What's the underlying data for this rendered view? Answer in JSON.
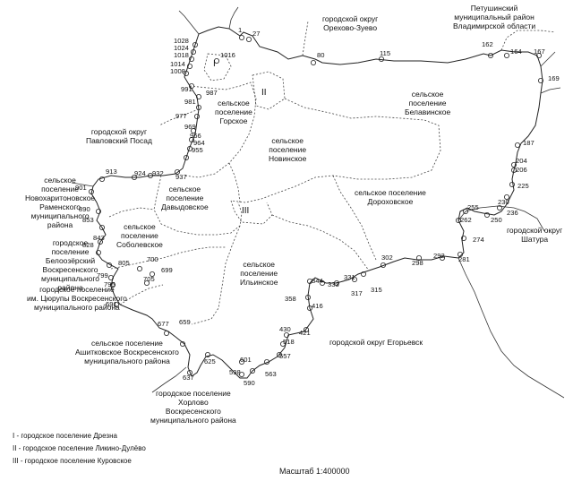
{
  "areas": {
    "orekhovo": [
      "городской округ",
      "Орехово-Зуево"
    ],
    "petushinsky": [
      "Петушинский",
      "муниципальный район",
      "Владимирской области"
    ],
    "belavinskoe": [
      "сельское",
      "поселение",
      "Белавинское"
    ],
    "gorskoe": [
      "сельское",
      "поселение",
      "Горское"
    ],
    "pavlovsky": [
      "городской округ",
      "Павловский Посад"
    ],
    "novinskoe": [
      "сельское",
      "поселение",
      "Новинское"
    ],
    "novokharitonovo": [
      "сельское",
      "поселение",
      "Новохаритоновское",
      "Раменского",
      "муниципального",
      "района"
    ],
    "davydovskoe": [
      "сельское",
      "поселение",
      "Давыдовское"
    ],
    "dorokhovskoe": [
      "сельское поселение",
      "Дороховское"
    ],
    "sobolevskoe": [
      "сельское",
      "поселение",
      "Соболевское"
    ],
    "beloozersky": [
      "городское",
      "поселение",
      "Белоозёрский",
      "Воскресенского",
      "муниципального",
      "района"
    ],
    "shatura": [
      "городской округ",
      "Шатура"
    ],
    "ilinskoe": [
      "сельское",
      "поселение",
      "Ильинское"
    ],
    "tsyurupy": [
      "городское поселение",
      "им. Цюрупы Воскресенского",
      "муниципального района"
    ],
    "egorievsk": "городской округ Егорьевск",
    "ashitkovo": [
      "сельское поселение",
      "Ашитковское Воскресенского",
      "муниципального района"
    ],
    "khorlovo": [
      "городское поселение",
      "Хорлово",
      "Воскресенского",
      "муниципального района"
    ]
  },
  "roman": {
    "i": "I",
    "ii": "II",
    "iii": "III"
  },
  "points": [
    {
      "t": "1"
    },
    {
      "t": "27"
    },
    {
      "t": "80"
    },
    {
      "t": "115"
    },
    {
      "t": "162"
    },
    {
      "t": "164"
    },
    {
      "t": "167"
    },
    {
      "t": "169"
    },
    {
      "t": "187"
    },
    {
      "t": "204"
    },
    {
      "t": "206"
    },
    {
      "t": "225"
    },
    {
      "t": "230"
    },
    {
      "t": "236"
    },
    {
      "t": "250"
    },
    {
      "t": "255"
    },
    {
      "t": "262"
    },
    {
      "t": "274"
    },
    {
      "t": "281"
    },
    {
      "t": "292"
    },
    {
      "t": "298"
    },
    {
      "t": "302"
    },
    {
      "t": "315"
    },
    {
      "t": "317"
    },
    {
      "t": "331"
    },
    {
      "t": "333"
    },
    {
      "t": "344"
    },
    {
      "t": "358"
    },
    {
      "t": "416"
    },
    {
      "t": "421"
    },
    {
      "t": "430"
    },
    {
      "t": "518"
    },
    {
      "t": "557"
    },
    {
      "t": "563"
    },
    {
      "t": "590"
    },
    {
      "t": "598"
    },
    {
      "t": "601"
    },
    {
      "t": "625"
    },
    {
      "t": "637"
    },
    {
      "t": "659"
    },
    {
      "t": "677"
    },
    {
      "t": "691"
    },
    {
      "t": "699"
    },
    {
      "t": "700"
    },
    {
      "t": "705"
    },
    {
      "t": "795"
    },
    {
      "t": "799"
    },
    {
      "t": "805"
    },
    {
      "t": "828"
    },
    {
      "t": "843"
    },
    {
      "t": "853"
    },
    {
      "t": "890"
    },
    {
      "t": "901"
    },
    {
      "t": "913"
    },
    {
      "t": "924"
    },
    {
      "t": "932"
    },
    {
      "t": "937"
    },
    {
      "t": "955"
    },
    {
      "t": "964"
    },
    {
      "t": "966"
    },
    {
      "t": "969"
    },
    {
      "t": "977"
    },
    {
      "t": "981"
    },
    {
      "t": "987"
    },
    {
      "t": "991"
    },
    {
      "t": "1008"
    },
    {
      "t": "1014"
    },
    {
      "t": "1016"
    },
    {
      "t": "1018"
    },
    {
      "t": "1024"
    },
    {
      "t": "1028"
    }
  ],
  "legend": [
    "I - городское поселение Дрезна",
    "II - городское поселение Ликино-Дулёво",
    "III - городское поселение Куровское"
  ],
  "scale": "Масштаб 1:400000"
}
